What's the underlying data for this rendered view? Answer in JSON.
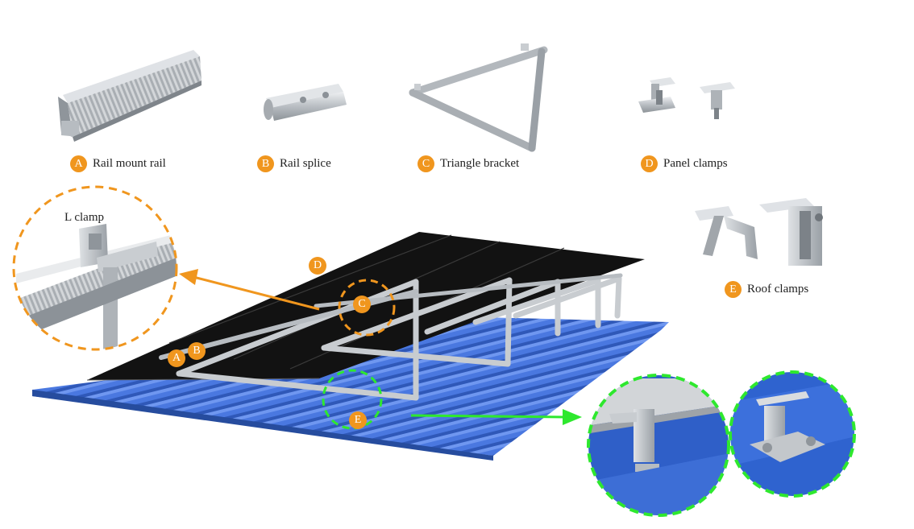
{
  "components": [
    {
      "letter": "A",
      "name": "Rail mount rail"
    },
    {
      "letter": "B",
      "name": "Rail splice"
    },
    {
      "letter": "C",
      "name": "Triangle bracket"
    },
    {
      "letter": "D",
      "name": "Panel clamps"
    },
    {
      "letter": "E",
      "name": "Roof clamps"
    }
  ],
  "callouts": {
    "l_clamp": "L clamp"
  },
  "markers": {
    "d": "D",
    "c": "C",
    "a": "A",
    "b": "B",
    "e": "E"
  },
  "colors": {
    "badge": "#f0961e",
    "orange_ring": "#f0961e",
    "green_ring": "#2ee82e",
    "roof_blue": "#3a66d0",
    "panel_black": "#111111",
    "aluminium": "#c4c8cc"
  }
}
